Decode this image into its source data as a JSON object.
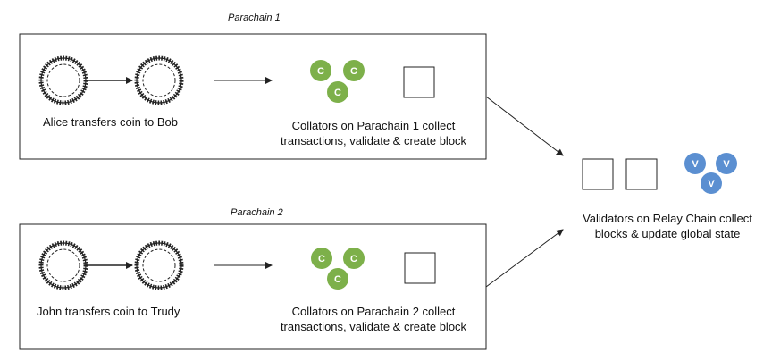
{
  "parachain1": {
    "title": "Parachain 1",
    "transfer_label": "Alice transfers coin to Bob",
    "collators_line1": "Collators on Parachain 1 collect",
    "collators_line2": "transactions, validate & create block",
    "collator_letter": "C"
  },
  "parachain2": {
    "title": "Parachain 2",
    "transfer_label": "John transfers coin to Trudy",
    "collators_line1": "Collators on Parachain 2 collect",
    "collators_line2": "transactions, validate & create block",
    "collator_letter": "C"
  },
  "relay": {
    "validators_line1": "Validators on Relay Chain collect",
    "validators_line2": "blocks & update global state",
    "validator_letter": "V"
  },
  "colors": {
    "collator": "#7db04a",
    "validator": "#5b8fd1",
    "stroke": "#222222"
  }
}
